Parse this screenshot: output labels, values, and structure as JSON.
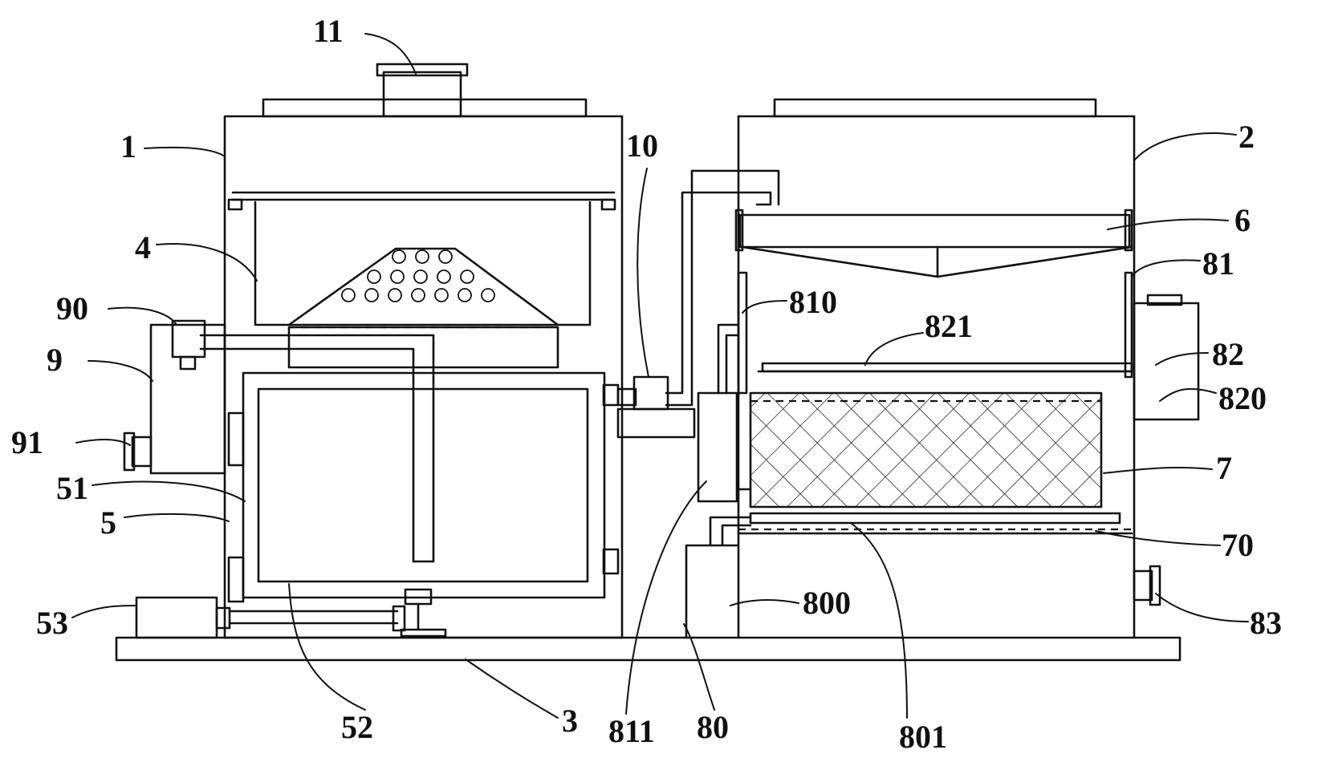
{
  "labels": {
    "l1": "1",
    "l2": "2",
    "l3": "3",
    "l4": "4",
    "l5": "5",
    "l6": "6",
    "l7": "7",
    "l9": "9",
    "l10": "10",
    "l11": "11",
    "l51": "51",
    "l52": "52",
    "l53": "53",
    "l70": "70",
    "l80": "80",
    "l81": "81",
    "l82": "82",
    "l83": "83",
    "l90": "90",
    "l91": "91",
    "l800": "800",
    "l801": "801",
    "l810": "810",
    "l811": "811",
    "l820": "820",
    "l821": "821"
  }
}
